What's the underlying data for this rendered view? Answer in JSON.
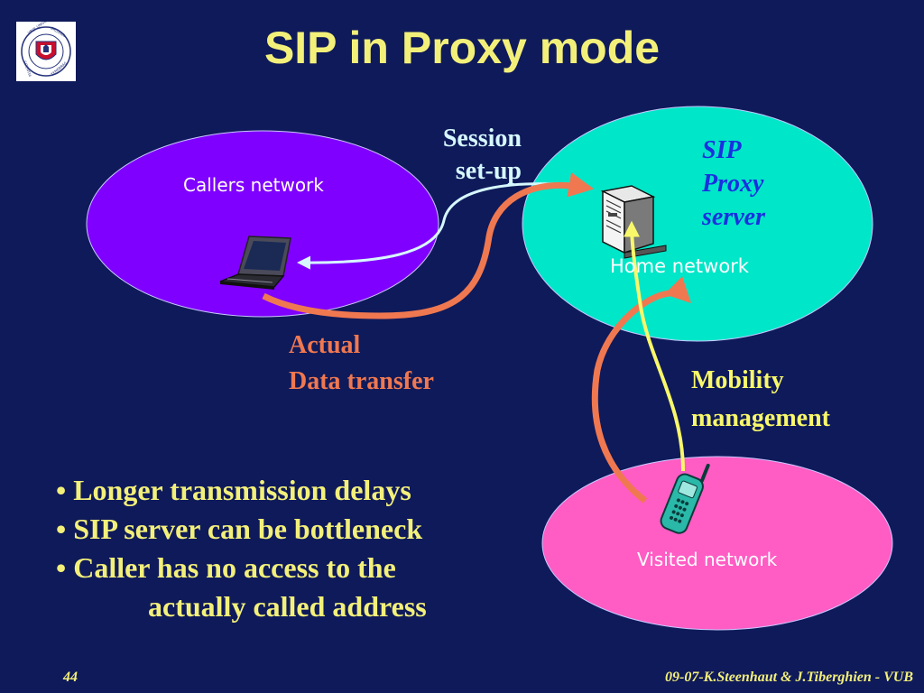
{
  "slide": {
    "title": "SIP in Proxy mode",
    "page_number": "44",
    "footer_credit": "09-07-K.Steenhaut & J.Tiberghien - VUB"
  },
  "logo": {
    "text_ring": "VRIJE UNIVERSITEIT BRUSSEL · SCIENTIA VINCERE TENEBRAS"
  },
  "diagram": {
    "networks": {
      "callers": "Callers network",
      "home": "Home network",
      "visited": "Visited network"
    },
    "labels": {
      "session_setup_line1": "Session",
      "session_setup_line2": "set-up",
      "sip_proxy_line1": "SIP",
      "sip_proxy_line2": "Proxy",
      "sip_proxy_line3": "server",
      "data_transfer_line1": "Actual",
      "data_transfer_line2": "Data transfer",
      "mobility_line1": "Mobility",
      "mobility_line2": "management"
    },
    "devices": [
      "laptop-icon",
      "server-icon",
      "mobile-phone-icon"
    ]
  },
  "bullets": {
    "item1": "Longer transmission delays",
    "item2": "SIP server can be bottleneck",
    "item3_line1": "Caller has no access to the",
    "item3_line2": "actually called address",
    "bullet_symbol": "•"
  },
  "colors": {
    "background": "#0f1a5a",
    "title": "#f3f07a",
    "callers_network": "#8000ff",
    "home_network": "#00e6c8",
    "visited_network": "#ff5cc4",
    "data_transfer_arrow": "#f07850",
    "session_arrow": "#d6f8ff",
    "mobility_arrow": "#f8f86a",
    "proxy_label": "#1a2fe0"
  }
}
